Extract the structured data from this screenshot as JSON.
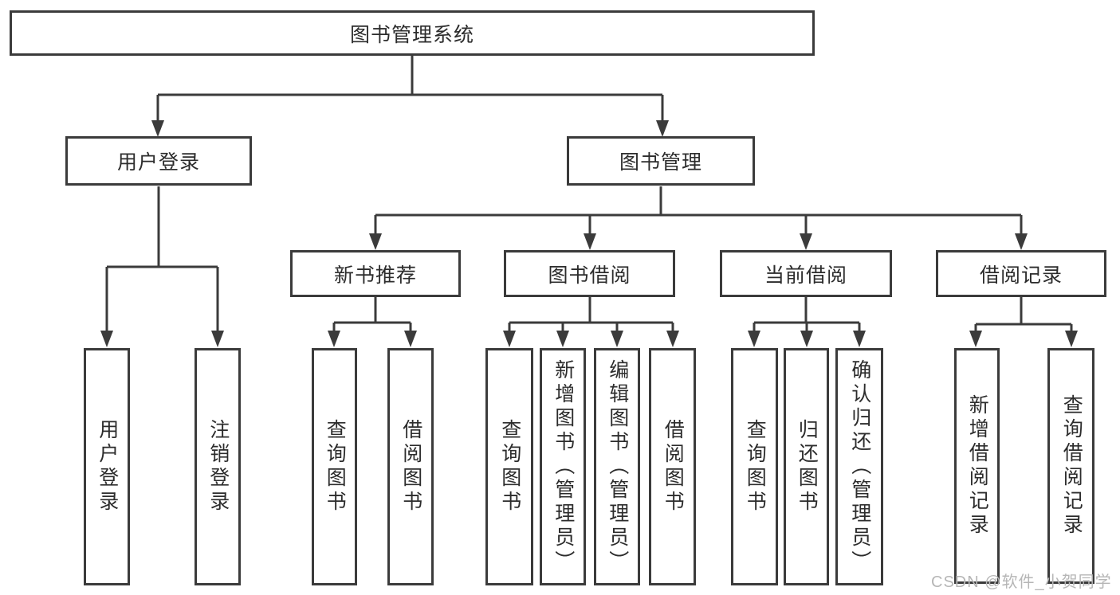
{
  "colors": {
    "line": "#3b3b3b",
    "text": "#2c2c2c",
    "box_background": "#ffffff",
    "page_background": "#ffffff",
    "watermark": "#b6b6b6"
  },
  "watermark": {
    "text": "CSDN @软件_小贺同学"
  },
  "tree": {
    "root": {
      "label": "图书管理系统"
    },
    "children": [
      {
        "label": "用户登录",
        "children": [
          {
            "label": "用户登录"
          },
          {
            "label": "注销登录"
          }
        ]
      },
      {
        "label": "图书管理",
        "children": [
          {
            "label": "新书推荐",
            "children": [
              {
                "label": "查询图书"
              },
              {
                "label": "借阅图书"
              }
            ]
          },
          {
            "label": "图书借阅",
            "children": [
              {
                "label": "查询图书"
              },
              {
                "label": "新增图书（管理员）"
              },
              {
                "label": "编辑图书（管理员）"
              },
              {
                "label": "借阅图书"
              }
            ]
          },
          {
            "label": "当前借阅",
            "children": [
              {
                "label": "查询图书"
              },
              {
                "label": "归还图书"
              },
              {
                "label": "确认归还（管理员）"
              }
            ]
          },
          {
            "label": "借阅记录",
            "children": [
              {
                "label": "新增借阅记录"
              },
              {
                "label": "查询借阅记录"
              }
            ]
          }
        ]
      }
    ]
  }
}
